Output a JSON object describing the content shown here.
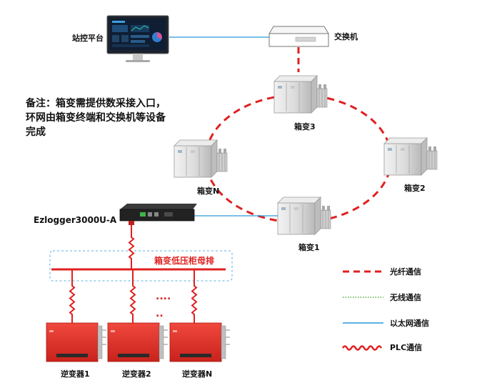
{
  "labels": {
    "platform": "站控平台",
    "switch": "交换机",
    "box3": "箱变3",
    "box2": "箱变2",
    "boxN": "箱变N",
    "box1": "箱变1",
    "logger": "Ezlogger3000U-A",
    "busbar": "箱变低压柜母排",
    "inv1": "逆变器1",
    "inv2": "逆变器2",
    "invN": "逆变器N",
    "dots_top": "....",
    "dots_bottom": ".."
  },
  "note": "备注：箱变需提供数采接入口，环网由箱变终端和交换机等设备完成",
  "legend": [
    {
      "name": "fiber",
      "label": "光纤通信"
    },
    {
      "name": "wireless",
      "label": "无线通信"
    },
    {
      "name": "ethernet",
      "label": "以太网通信"
    },
    {
      "name": "plc",
      "label": "PLC通信"
    }
  ],
  "colors": {
    "fiber": "#e02020",
    "wireless": "#7fc46a",
    "ethernet": "#2a9ad6",
    "plc": "#e02020",
    "busbar": "#e02020",
    "dashed_box": "#5ab0e0",
    "inverter": "#e0302a"
  }
}
